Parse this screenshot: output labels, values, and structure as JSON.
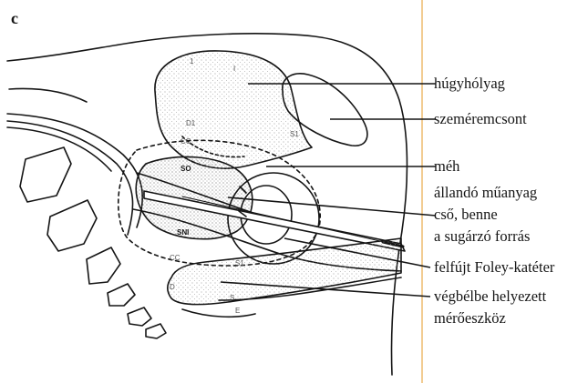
{
  "figure": {
    "panel_letter": "c",
    "labels": {
      "bladder": "húgyhólyag",
      "pubic_bone": "szeméremcsont",
      "uterus": "méh",
      "tube_line1": "állandó műanyag",
      "tube_line2": "cső, benne",
      "tube_line3": "a sugárzó forrás",
      "foley": "felfújt Foley-katéter",
      "rectal_line1": "végbélbe helyezett",
      "rectal_line2": "mérőeszköz"
    },
    "colors": {
      "ink": "#151515",
      "divider": "#f2cc92",
      "stipple": "#8a8a8a"
    }
  }
}
